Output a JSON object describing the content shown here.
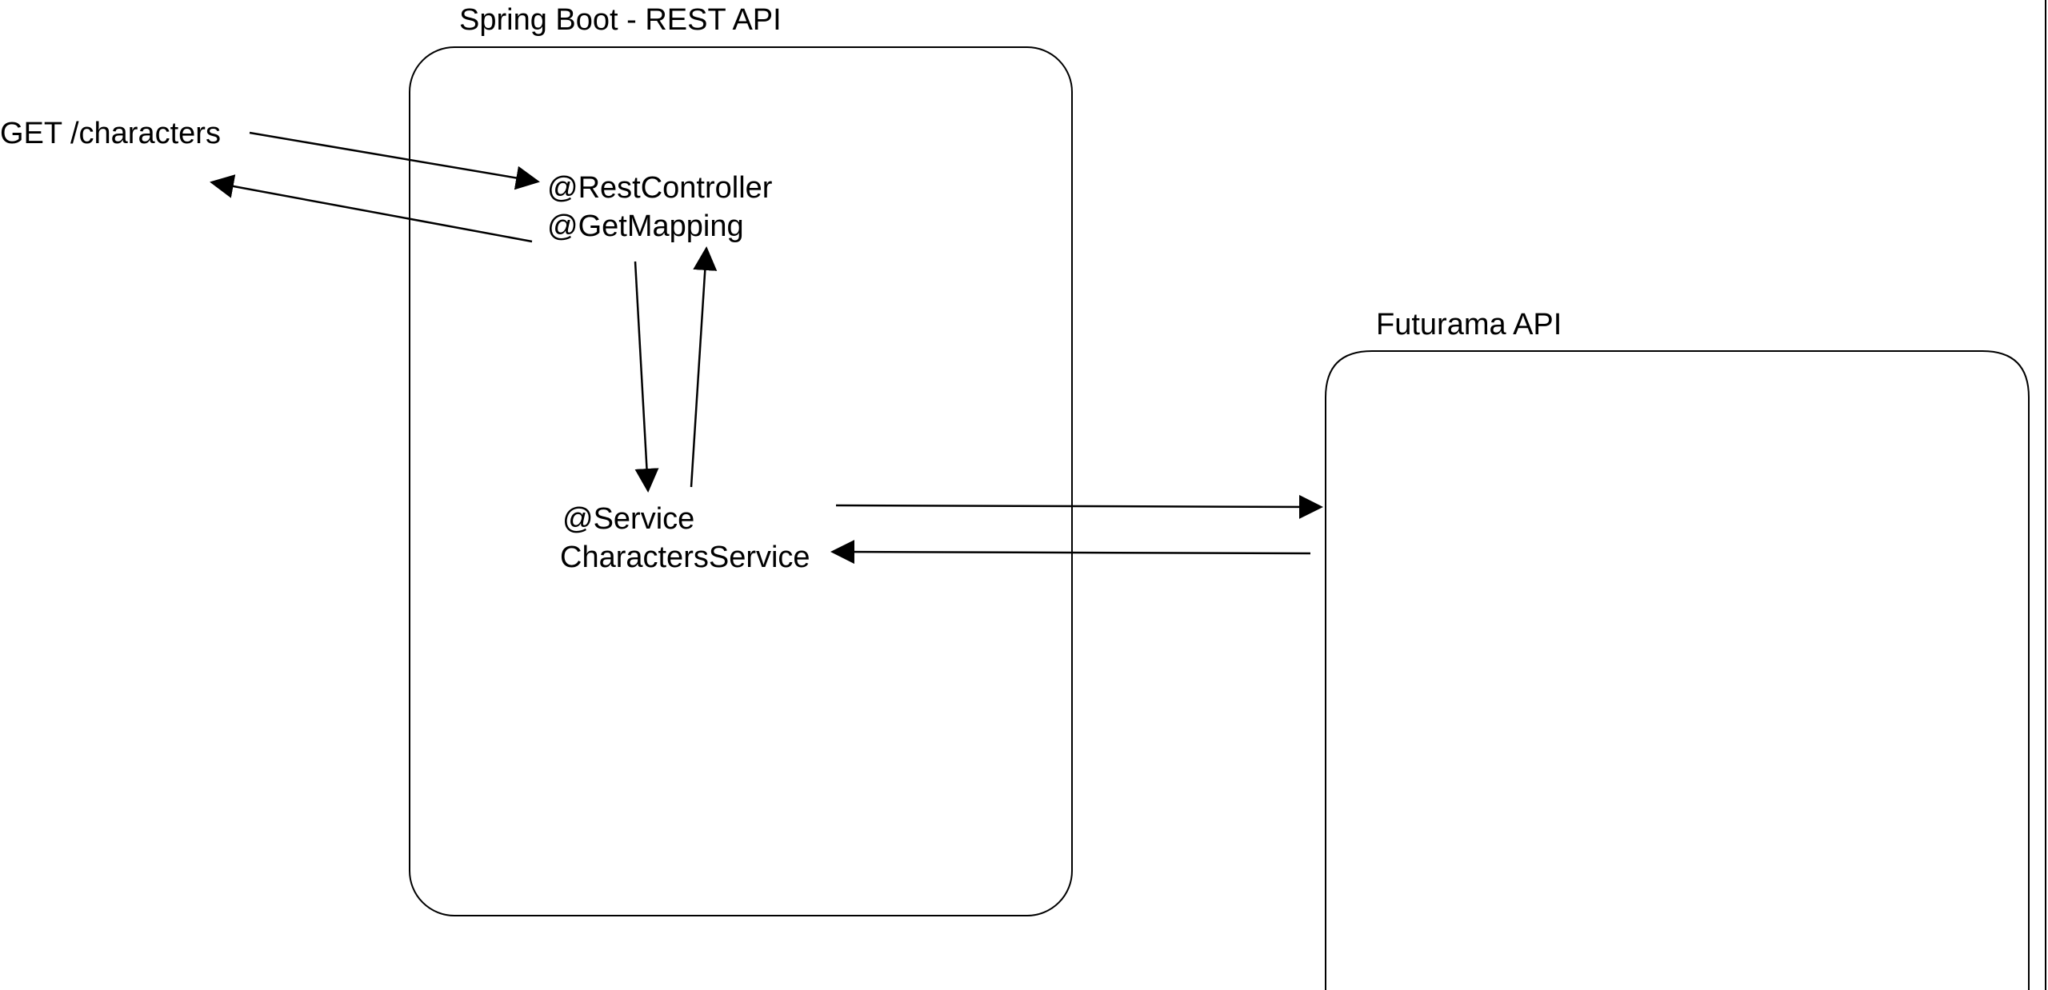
{
  "diagram": {
    "spring_boot_box": {
      "title": "Spring Boot - REST API",
      "controller_annotation": "@RestController",
      "mapping_annotation": "@GetMapping",
      "service_annotation": "@Service",
      "service_class": "CharactersService"
    },
    "futurama_box": {
      "title": "Futurama API"
    },
    "request": {
      "label": "GET /characters"
    },
    "colors": {
      "line": "#000000",
      "background": "#ffffff"
    }
  }
}
